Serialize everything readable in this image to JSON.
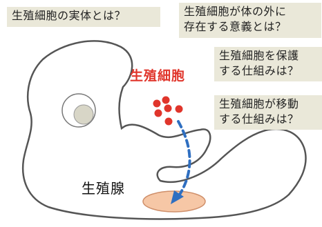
{
  "questions": {
    "q1": [
      "生殖細胞の実体とは？"
    ],
    "q2": [
      "生殖細胞が体の外に",
      "存在する意義とは？"
    ],
    "q3": [
      "生殖細胞を保護",
      "する仕組みは？"
    ],
    "q4": [
      "生殖細胞が移動",
      "する仕組みは？"
    ]
  },
  "labels": {
    "germ_cells": "生殖細胞",
    "gonad": "生殖腺"
  },
  "colors": {
    "germ_cell": "#e0352b",
    "arrow": "#2f6fc1",
    "gonad": "#f6c7a6",
    "question_box": "#eae8d9"
  }
}
